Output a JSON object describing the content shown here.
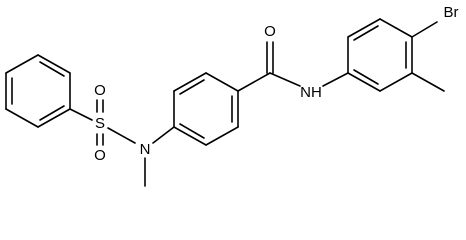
{
  "molecule": {
    "atoms": {
      "o_carbonyl": "O",
      "n_amide": "NH",
      "br": "Br",
      "s": "S",
      "o_s1": "O",
      "o_s2": "O",
      "n_sulfonamide": "N"
    }
  }
}
